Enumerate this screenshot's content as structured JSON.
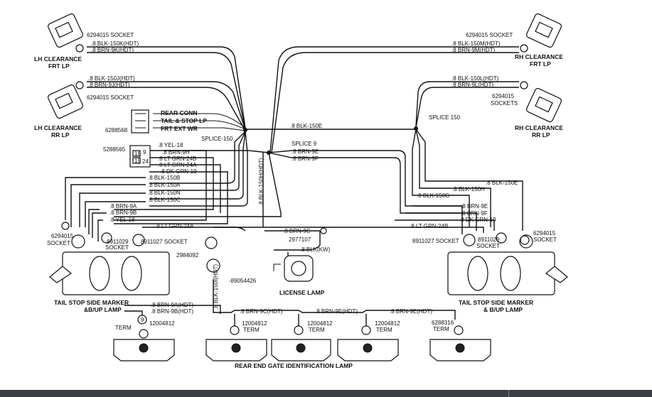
{
  "labels": {
    "lh_clearance_frt": [
      "LH CLEARANCE",
      "FRT LP"
    ],
    "lh_clearance_rr": [
      "LH CLEARANCE",
      "RR LP"
    ],
    "rh_clearance_frt": [
      "RH CLEARANCE",
      "FRT LP"
    ],
    "rh_clearance_rr": [
      "RH CLEARANCE",
      "RR LP"
    ],
    "socket_lh_frt": "6294015 SOCKET",
    "socket_lh_rr": "6294015 SOCKET",
    "socket_rh_frt": "6294015 SOCKET",
    "sockets_rh_rr": [
      "6294015",
      "SOCKETS"
    ],
    "rear_conn": [
      "REAR CONN",
      "TAIL & STOP LP",
      "FRT EXT WR"
    ],
    "part_6288568": "6288568",
    "part_5288565": "5288565",
    "splice_150_left": "SPLICE-150",
    "splice_9": "SPLICE 9",
    "splice_150_right": "SPLICE 150",
    "wire_lh_frt_1": ".8 BLK-150K(HDT)",
    "wire_lh_frt_2": ".8 BRN-9K(HDT)",
    "wire_lh_rr_1": ".8 BLK-150J(HDT)",
    "wire_lh_rr_2": ".8 BRN-9J(HDT)",
    "wire_rh_frt_1": ".8 BLK-150M(HDT)",
    "wire_rh_frt_2": ".8 BRN-9M(HDT)",
    "wire_rh_rr_1": ".8 BLK-150L(HDT)",
    "wire_rh_rr_2": ".8 BRN-9L(HDT)",
    "wire_blk150e_mid": ".8 BLK-150E",
    "wire_yel18": ".8 YEL-18",
    "wire_brn9h": ".8 BRN-9H",
    "wire_ltgrn24b": ".8 LT GRN-24B",
    "wire_ltgrn24a": ".8 LT GRN-24A",
    "wire_dkgrn19": ".8 DK GRN-19",
    "wire_brn9e": ".8 BRN-9E",
    "wire_brn9f": ".8 BRN-9F",
    "wire_blk150h_vert": ".8 BLK-150H(HDT)",
    "wire_blk150b": ".8 BLK-150B",
    "wire_blk150a": ".8 BLK-150A",
    "wire_blk150n": ".8 BLK-150N",
    "wire_blk150c": ".8 BLK-150C",
    "wire_l_brn9a": ".8 BRN-9A",
    "wire_l_brn9b": ".8 BRN-9B",
    "wire_l_yel18": ".8 YEL-18",
    "wire_l_ltgrn24a": ".8 LT GRN-24A",
    "wire_r_blk150e": ".8 BLK-150E",
    "wire_r_blk150h": ".8 BLK-150H",
    "wire_r_blk150g": ".8 BLK-150G",
    "wire_r_brn9e": ".8 BRN-9E",
    "wire_r_brn9f": ".8 BRN-9F",
    "wire_r_dkgrn19": ".8 DK GRN-19",
    "wire_r_ltgrn24b": ".8 LT GRN-24B",
    "wire_brn9c": ".8 BRN-9C",
    "wire_blkkw": ".8 BLK(KW)",
    "part_2977107": "2977107",
    "part_2984092": "2984092",
    "part_89054426": "-89054426",
    "wire_blk150i_vert": ".8 BLK-150I(HDT)",
    "socket_left": [
      "6294015",
      "SOCKET"
    ],
    "socket_right": [
      "6294015",
      "SOCKET"
    ],
    "socket_8911029_l": [
      "8911029",
      "SOCKET"
    ],
    "socket_8911027_l": "8911027 SOCKET",
    "socket_8911027_r": "8911027 SOCKET",
    "socket_8911029_r": [
      "8911029",
      "SOCKET"
    ],
    "license_lamp": "LICENSE LAMP",
    "tail_lamp_left": [
      "TAIL STOP SIDE MARKER",
      "&B/UP LAMP"
    ],
    "tail_lamp_right": [
      "TAIL STOP SIDE MARKER",
      "& B/UP LAMP"
    ],
    "wire_brn9a_hdt": ".8 BRN-9A(HDT)",
    "wire_brn9b_hdt": ".8 BRN-9B(HDT)",
    "wire_brn9c_hdt": ".8 BRN-9C(HDT)",
    "wire_brn9e_hdt_1": ".8 BRN-9E(HDT)",
    "wire_brn9e_hdt_2": ".8 BRN-9E(HDT)",
    "part_12004812": "12004812",
    "term": "TERM",
    "part_6288316": "6288316",
    "bottom_title": "REAR END GATE IDENTIFICATION LAMP",
    "conn_pins_left": [
      "18",
      "19",
      "9",
      "24"
    ],
    "conn_9": "9"
  }
}
